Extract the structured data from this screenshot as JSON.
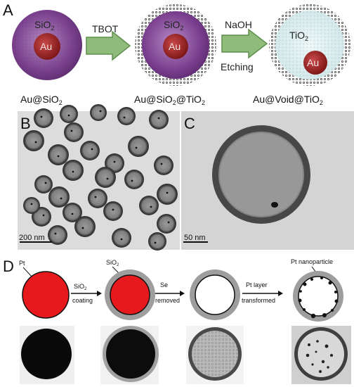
{
  "panels": {
    "A": {
      "label": "A",
      "arrow1_text": "TBOT",
      "arrow2_text_top": "NaOH",
      "arrow2_text_bottom": "Etching",
      "stage1": {
        "shell": "SiO",
        "shell_sub": "2",
        "core": "Au",
        "caption": "Au@SiO",
        "caption_sub": "2"
      },
      "stage2": {
        "shell": "SiO",
        "shell_sub": "2",
        "core": "Au",
        "caption_a": "Au@SiO",
        "caption_a_sub": "2",
        "caption_b": "@TiO",
        "caption_b_sub": "2"
      },
      "stage3": {
        "shell": "TiO",
        "shell_sub": "2",
        "core": "Au",
        "caption": "Au@Void@TiO",
        "caption_sub": "2"
      }
    },
    "B": {
      "label": "B",
      "scale": "200 nm"
    },
    "C": {
      "label": "C",
      "scale": "50 nm"
    },
    "D": {
      "label": "D",
      "pt_label": "Pt",
      "sio2_label": "SiO",
      "sio2_sub": "2",
      "step1_top": "SiO",
      "step1_top_sub": "2",
      "step1_bottom": "coating",
      "step2_top": "Se",
      "step2_bottom": "removed",
      "step3_top": "Pt layer",
      "step3_bottom": "transformed",
      "np_label": "Pt nanoparticle"
    }
  },
  "colors": {
    "silica_purple": "#7b3f8f",
    "au_core": "#8e1f1f",
    "arrow_green": "#8fbc7a",
    "tio2_shell": "#d9eef0",
    "se_red": "#e8191c",
    "shell_gray": "#9e9e9e",
    "tem_bg": "#d9d9d9"
  }
}
